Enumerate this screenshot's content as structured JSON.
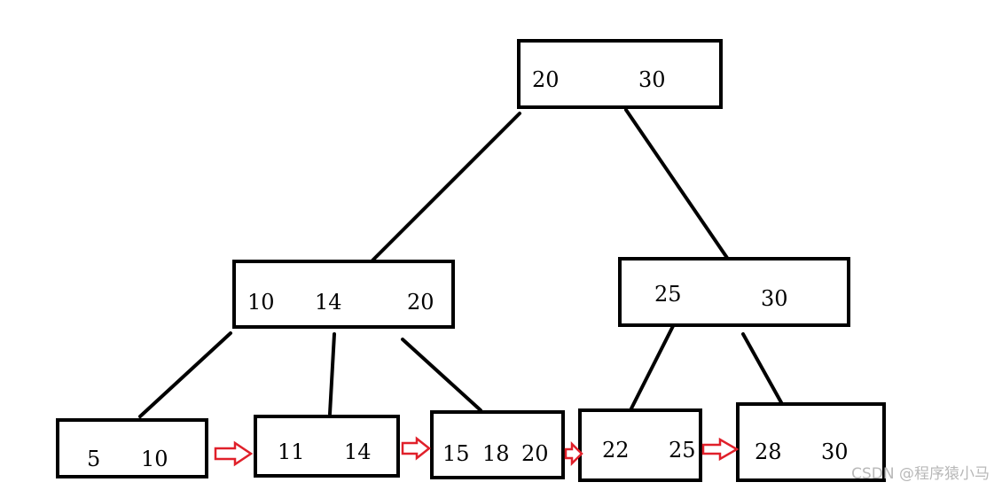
{
  "tree": {
    "root": {
      "keys": [
        "20",
        "30"
      ]
    },
    "internal": [
      {
        "keys": [
          "10",
          "14",
          "20"
        ]
      },
      {
        "keys": [
          "25",
          "30"
        ]
      }
    ],
    "leaves": [
      {
        "keys": [
          "5",
          "10"
        ]
      },
      {
        "keys": [
          "11",
          "14"
        ]
      },
      {
        "keys": [
          "15",
          "18",
          "20"
        ]
      },
      {
        "keys": [
          "22",
          "25"
        ]
      },
      {
        "keys": [
          "28",
          "30"
        ]
      }
    ],
    "colors": {
      "node_border": "#000000",
      "edge": "#000000",
      "leaf_link_arrow": "#e0202a"
    }
  },
  "watermark": "CSDN @程序猿小马"
}
